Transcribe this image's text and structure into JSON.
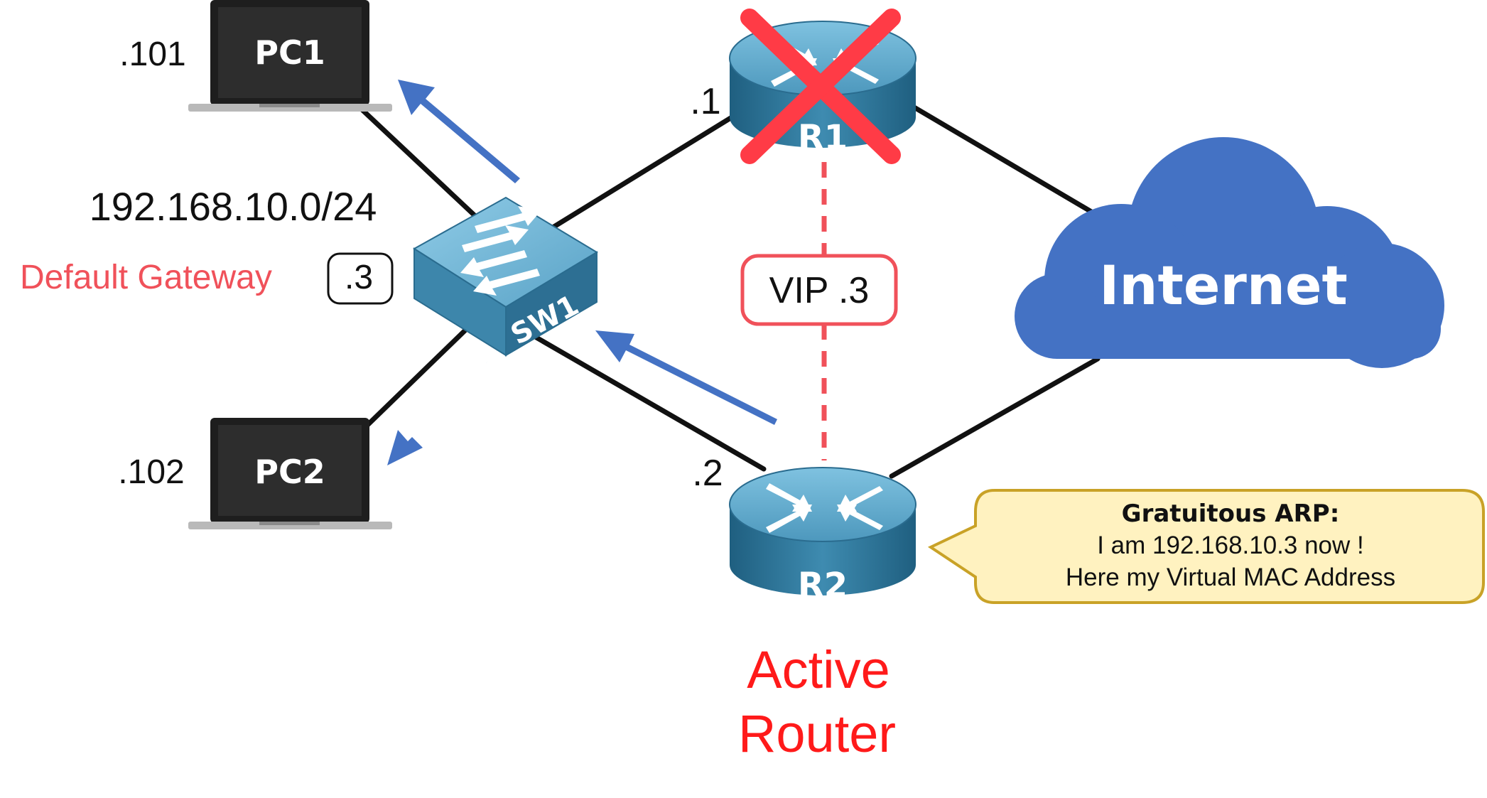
{
  "colors": {
    "link": "#111111",
    "arrow": "#4472c4",
    "alert": "#f0515a",
    "active": "#ff1a1a",
    "cloud": "#4472c4",
    "device_blue": "#3a7fa3",
    "callout_fill": "#fff2c0",
    "callout_border": "#c9a227",
    "laptop": "#1e1e1e"
  },
  "devices": {
    "pc1": {
      "label": "PC1",
      "host": ".101",
      "icon": "laptop-icon"
    },
    "pc2": {
      "label": "PC2",
      "host": ".102",
      "icon": "laptop-icon"
    },
    "sw1": {
      "label": "SW1",
      "icon": "switch-icon"
    },
    "r1": {
      "label": "R1",
      "ip": ".1",
      "icon": "router-icon",
      "status": "failed"
    },
    "r2": {
      "label": "R2",
      "ip": ".2",
      "icon": "router-icon",
      "status": "active"
    },
    "internet": {
      "label": "Internet",
      "icon": "cloud-icon"
    }
  },
  "subnet": "192.168.10.0/24",
  "gateway": {
    "label": "Default Gateway",
    "value": ".3"
  },
  "vip": "VIP .3",
  "active_router": {
    "line1": "Active",
    "line2": "Router"
  },
  "callout": {
    "title": "Gratuitous ARP:",
    "line1": "I am 192.168.10.3 now !",
    "line2": "Here my Virtual MAC Address"
  }
}
